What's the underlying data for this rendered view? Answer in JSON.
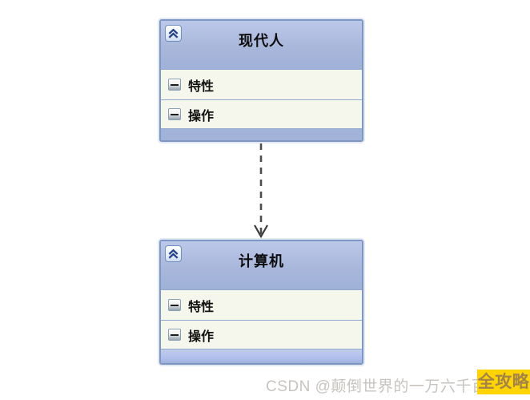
{
  "diagram": {
    "classes": [
      {
        "title": "现代人",
        "collapse_icon": "double-chevron-up",
        "sections": [
          {
            "label": "特性",
            "icon": "minus"
          },
          {
            "label": "操作",
            "icon": "minus"
          }
        ]
      },
      {
        "title": "计算机",
        "collapse_icon": "double-chevron-up",
        "sections": [
          {
            "label": "特性",
            "icon": "minus"
          },
          {
            "label": "操作",
            "icon": "minus"
          }
        ]
      }
    ],
    "connector": {
      "style": "dashed",
      "direction": "down",
      "arrowhead": "open"
    }
  },
  "watermark": {
    "text": "CSDN @颠倒世界的一万六千百",
    "badge": "全攻略"
  },
  "colors": {
    "header_blue": "#a9b7db",
    "header_blue_light": "#bcc8e9",
    "box_border": "#7d97c5",
    "section_bg": "#f5f7ed",
    "footer_strip": "#a2b3da",
    "arrow_gray": "#4d4d4d",
    "watermark_gray": "#c7c3bf",
    "badge_bg": "#ffd400",
    "badge_text": "#a2834a"
  }
}
